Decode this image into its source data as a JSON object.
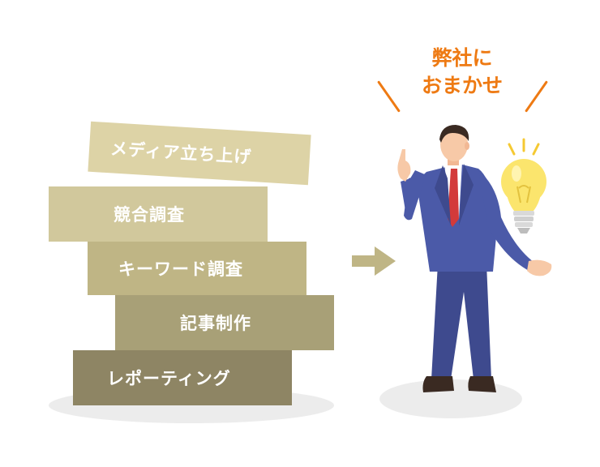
{
  "stack_blocks": [
    {
      "label": "メディア立ち上げ",
      "color": "#ddd3a6"
    },
    {
      "label": "競合調査",
      "color": "#d1c89c"
    },
    {
      "label": "キーワード調査",
      "color": "#bfb585"
    },
    {
      "label": "記事制作",
      "color": "#a8a077"
    },
    {
      "label": "レポーティング",
      "color": "#8e8564"
    }
  ],
  "callout": {
    "line1": "弊社に",
    "line2": "おまかせ",
    "color": "#ee7a13"
  },
  "icons": [
    "arrow-right-icon",
    "businessman-illustration",
    "light-bulb-icon"
  ]
}
